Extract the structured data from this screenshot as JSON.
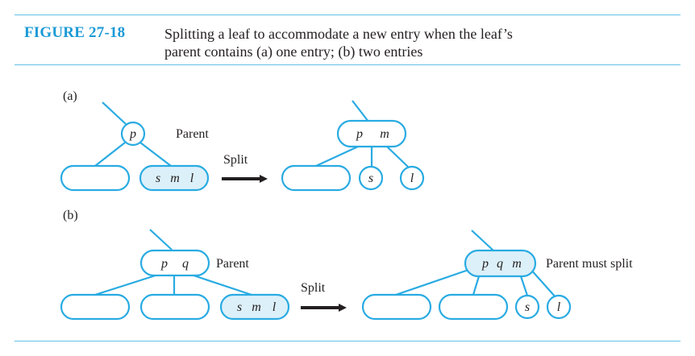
{
  "figure": {
    "label": "FIGURE 27-18",
    "caption_line1": "Splitting a leaf to accommodate a new entry when the leaf’s",
    "caption_line2": "parent contains (a) one entry; (b) two entries"
  },
  "part_a": {
    "tag": "(a)",
    "parent_label": "Parent",
    "split_label": "Split",
    "before": {
      "parent_key": "p",
      "leaf_keys": [
        "s",
        "m",
        "l"
      ]
    },
    "after": {
      "parent_keys": [
        "p",
        "m"
      ],
      "leaf_s": "s",
      "leaf_l": "l"
    }
  },
  "part_b": {
    "tag": "(b)",
    "parent_label": "Parent",
    "split_label": "Split",
    "must_split_label": "Parent must split",
    "before": {
      "parent_keys": [
        "p",
        "q"
      ],
      "leaf_keys": [
        "s",
        "m",
        "l"
      ]
    },
    "after": {
      "parent_keys": [
        "p",
        "q",
        "m"
      ],
      "leaf_s": "s",
      "leaf_l": "l"
    }
  },
  "colors": {
    "accent": "#1a9ad6",
    "line": "#29abe2",
    "highlight_fill": "#dcf0fa"
  }
}
